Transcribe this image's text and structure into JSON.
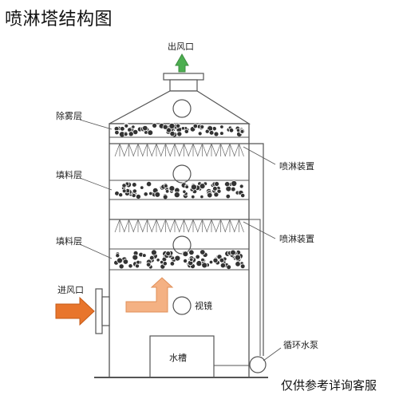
{
  "title": "喷淋塔结构图",
  "footer": "仅供参考详询客服",
  "labels": {
    "outlet": "出风口",
    "demister": "除雾层",
    "spray_1": "喷淋装置",
    "packing_1": "填料层",
    "spray_2": "喷淋装置",
    "packing_2": "填料层",
    "inlet": "进风口",
    "sight_glass": "视镜",
    "tank": "水槽",
    "pump": "循环水泵"
  },
  "colors": {
    "outlet_arrow": "#4caf50",
    "inlet_arrow": "#e8752c",
    "inner_arrow": "#f4b183",
    "line": "#555555"
  }
}
